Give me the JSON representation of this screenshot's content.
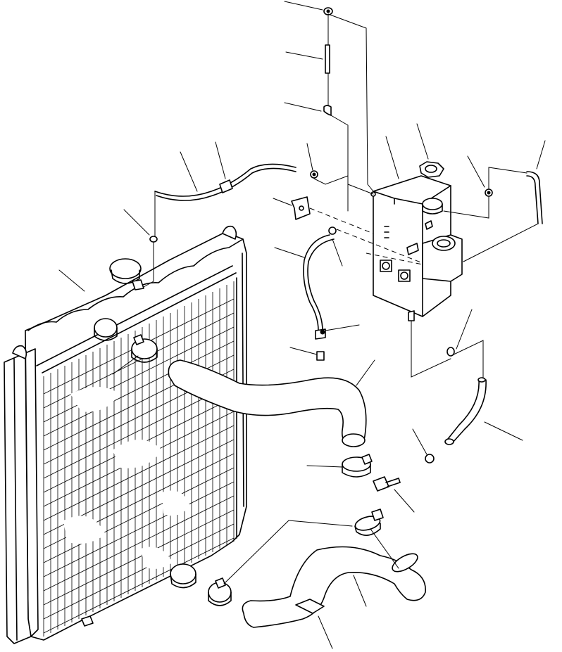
{
  "diagram": {
    "style": "exploded-parts-view",
    "line_color": "#000000",
    "background_color": "#ffffff",
    "parts": [
      {
        "id": "radiator-core",
        "kind": "radiator"
      },
      {
        "id": "radiator-cap",
        "kind": "cap"
      },
      {
        "id": "upper-radiator-hose",
        "kind": "hose"
      },
      {
        "id": "lower-radiator-hose",
        "kind": "hose"
      },
      {
        "id": "reserve-tank",
        "kind": "tank"
      },
      {
        "id": "tank-cap",
        "kind": "cap"
      },
      {
        "id": "tank-bracket",
        "kind": "bracket"
      },
      {
        "id": "overflow-tube",
        "kind": "tube"
      },
      {
        "id": "drain-tube",
        "kind": "tube"
      },
      {
        "id": "hose-clamps",
        "kind": "clamp"
      },
      {
        "id": "fitting-bolt",
        "kind": "bolt"
      }
    ],
    "callout_count": 26,
    "printed_labels": []
  }
}
